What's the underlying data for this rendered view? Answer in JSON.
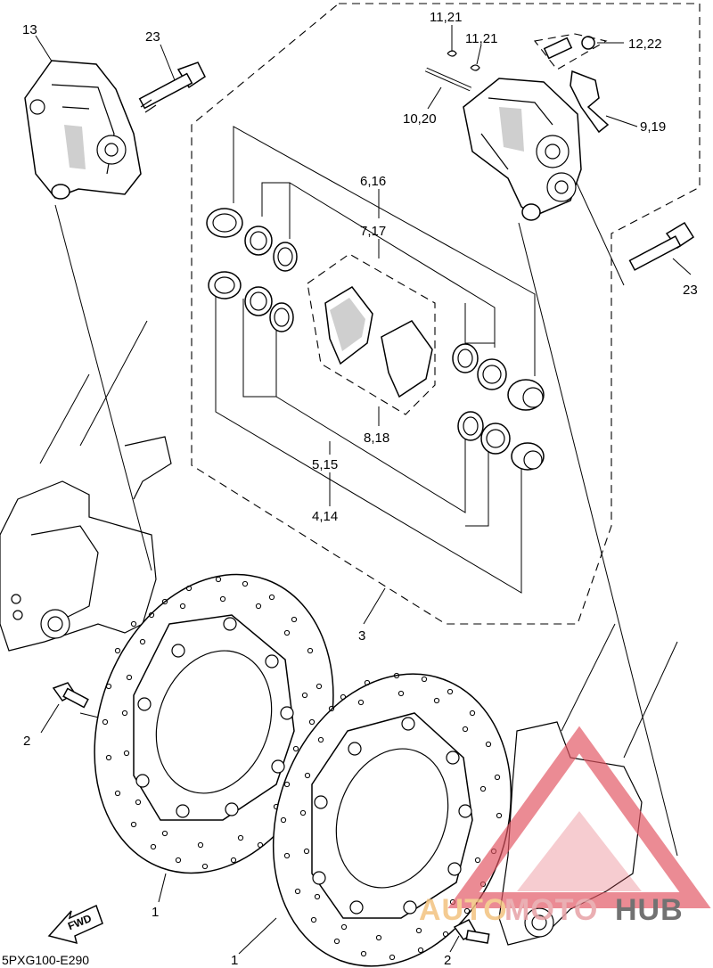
{
  "diagram": {
    "drawing_code": "5PXG100-E290",
    "direction_arrow_label": "FWD",
    "callouts": {
      "left_caliper": "13",
      "bolt_top_left": "23",
      "pin_clip_a": "11,21",
      "pin_clip_b": "11,21",
      "bleed_screw": "12,22",
      "pad_pin": "10,20",
      "pad_spring": "9,19",
      "bolt_right": "23",
      "seal_upper": "6,16",
      "seal_lower": "7,17",
      "pad_set": "8,18",
      "piston_seal_kit": "5,15",
      "piston": "4,14",
      "caliper_assembly": "3",
      "disc_left": "1",
      "disc_right": "1",
      "disc_bolt_left": "2",
      "disc_bolt_right": "2"
    }
  },
  "watermark": {
    "part1": "AUTO",
    "part2": "MOTO",
    "part3": "HUB",
    "colors": {
      "auto": "#f3c37f",
      "moto": "#e7a2a6",
      "hub": "#5a5a5a",
      "triangle": "#e25561"
    }
  }
}
